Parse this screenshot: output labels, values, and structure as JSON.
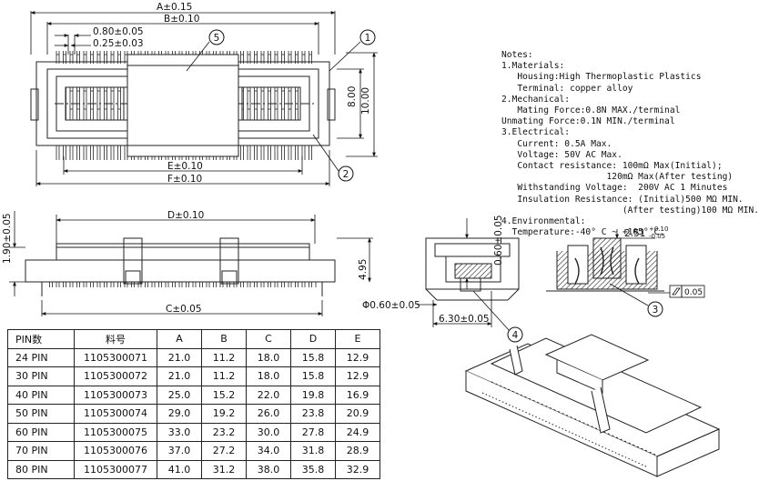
{
  "dimensions": {
    "a": "A±0.15",
    "b": "B±0.10",
    "pitch": "0.80±0.05",
    "lead_width": "0.25±0.03",
    "e": "E±0.10",
    "f": "F±0.10",
    "h8": "8.00",
    "h10": "10.00",
    "d": "D±0.10",
    "c": "C±0.05",
    "h190": "1.90±0.05",
    "h495": "4.95",
    "h060": "0.60±0.05",
    "hole": "Φ0.60±0.05",
    "w630": "6.30±0.05",
    "h251": "2.51",
    "h251_tol_up": "+0.10",
    "h251_tol_dn": "-0.05",
    "flatness": "0.05"
  },
  "callouts": [
    "1",
    "2",
    "3",
    "4",
    "5"
  ],
  "notes": {
    "title": "Notes:",
    "lines": [
      "1.Materials:",
      "   Housing:High Thermoplastic Plastics",
      "   Terminal: copper alloy",
      "2.Mechanical:",
      "   Mating Force:0.8N MAX./terminal",
      "Unmating Force:0.1N MIN./terminal",
      "3.Electrical:",
      "   Current: 0.5A Max.",
      "   Voltage: 50V AC Max.",
      "   Contact resistance: 100mΩ Max(Initial);",
      "                    120mΩ Max(After testing)",
      "   Withstanding Voltage:  200V AC 1 Minutes",
      "   Insulation Resistance: (Initial)500 MΩ MIN.",
      "                       (After testing)100 MΩ MIN.",
      "",
      "4.Environmental:",
      "  Temperature:-40° C ~ +105° C."
    ]
  },
  "table": {
    "headers": [
      "PIN数",
      "料号",
      "A",
      "B",
      "C",
      "D",
      "E"
    ],
    "rows": [
      [
        "24  PIN",
        "1105300071",
        "21.0",
        "11.2",
        "18.0",
        "15.8",
        "12.9"
      ],
      [
        "30  PIN",
        "1105300072",
        "21.0",
        "11.2",
        "18.0",
        "15.8",
        "12.9"
      ],
      [
        "40  PIN",
        "1105300073",
        "25.0",
        "15.2",
        "22.0",
        "19.8",
        "16.9"
      ],
      [
        "50  PIN",
        "1105300074",
        "29.0",
        "19.2",
        "26.0",
        "23.8",
        "20.9"
      ],
      [
        "60  PIN",
        "1105300075",
        "33.0",
        "23.2",
        "30.0",
        "27.8",
        "24.9"
      ],
      [
        "70  PIN",
        "1105300076",
        "37.0",
        "27.2",
        "34.0",
        "31.8",
        "28.9"
      ],
      [
        "80  PIN",
        "1105300077",
        "41.0",
        "31.2",
        "38.0",
        "35.8",
        "32.9"
      ]
    ]
  }
}
